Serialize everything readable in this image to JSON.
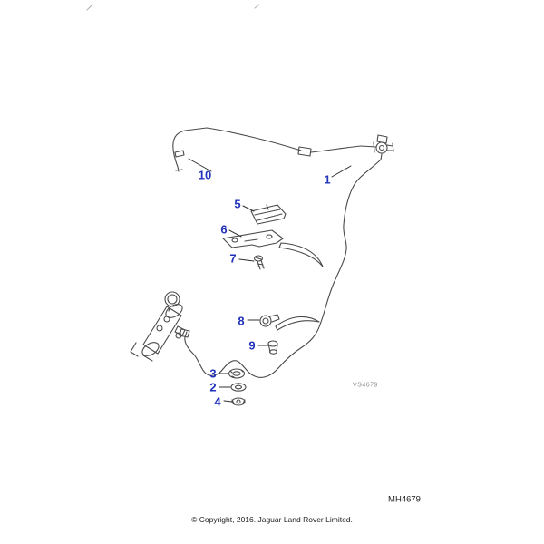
{
  "colors": {
    "callout-color": "#2233bb",
    "line-color": "#4a4a4a",
    "muted-color": "#8a8a8a",
    "frame-color": "#b0b0b0",
    "text-color": "#222222"
  },
  "callouts": [
    "1",
    "2",
    "3",
    "4",
    "5",
    "6",
    "7",
    "8",
    "9",
    "10"
  ],
  "labels": {
    "diagram_code": "VS4679",
    "drawing_number": "MH4679",
    "copyright": "© Copyright, 2016. Jaguar Land Rover Limited."
  }
}
